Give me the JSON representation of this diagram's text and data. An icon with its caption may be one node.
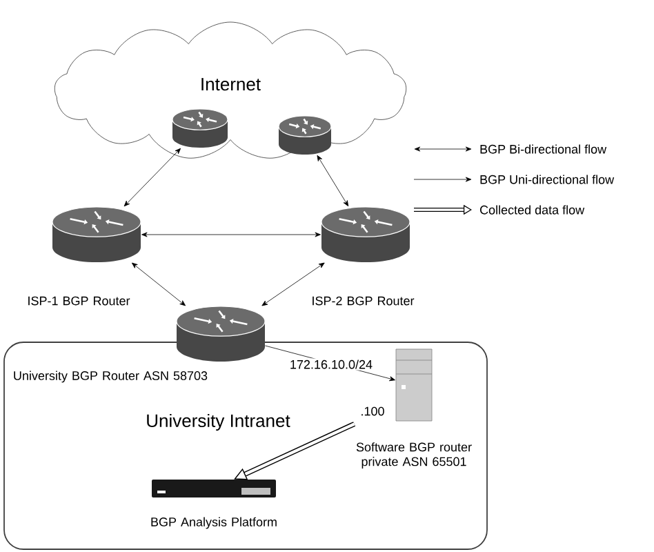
{
  "diagram": {
    "nodes": [
      {
        "text": [
          "Internet"
        ]
      },
      {
        "text": [],
        "shape": "cylinder",
        "in": 0
      },
      {
        "text": [],
        "shape": "cylinder",
        "in": 0
      },
      {
        "text": [],
        "shape": "cylinder",
        "beside": [
          "ISP-1 BGP Router"
        ]
      },
      {
        "text": [],
        "shape": "cylinder",
        "beside": [
          "ISP-2 BGP Router"
        ]
      },
      {
        "text": [
          "University Intranet"
        ]
      },
      {
        "text": [],
        "shape": "cylinder",
        "beside": [
          "University BGP Router ASN 58703"
        ]
      },
      {
        "text": [],
        "shape": "box",
        "in": 5,
        "beside": [
          ".100",
          "Software BGP router private ASN 65501"
        ]
      },
      {
        "text": [],
        "shape": "bar",
        "in": 5,
        "beside": [
          "BGP Analysis Platform"
        ]
      }
    ],
    "edges": [
      {
        "from": 1,
        "to": 3,
        "arrow": "both"
      },
      {
        "from": 2,
        "to": 4,
        "arrow": "both"
      },
      {
        "from": 3,
        "to": 4,
        "arrow": "both"
      },
      {
        "from": 3,
        "to": 6,
        "arrow": "both"
      },
      {
        "from": 4,
        "to": 6,
        "arrow": "both"
      },
      {
        "from": 6,
        "to": 7,
        "arrow": "to",
        "label": "172.16.10.0/24"
      },
      {
        "from": 7,
        "to": 8,
        "arrow": "to",
        "style": "thick"
      }
    ],
    "legend": [
      {
        "text": "BGP Bi-directional flow"
      },
      {
        "text": "BGP Uni-directional flow"
      },
      {
        "text": "Collected data flow"
      }
    ]
  }
}
